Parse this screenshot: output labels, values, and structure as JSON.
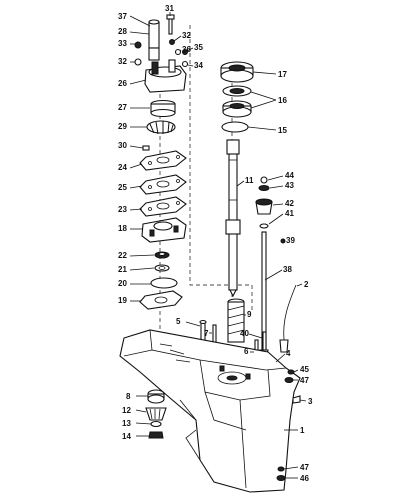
{
  "diagram": {
    "callouts": [
      "1",
      "3",
      "4",
      "5",
      "6",
      "7",
      "8",
      "9",
      "11",
      "12",
      "13",
      "14",
      "15",
      "16",
      "17",
      "18",
      "19",
      "20",
      "21",
      "22",
      "23",
      "24",
      "25",
      "26",
      "27",
      "28",
      "29",
      "30",
      "31",
      "32",
      "33",
      "34",
      "35",
      "36",
      "37",
      "38",
      "39",
      "40",
      "41",
      "42",
      "43",
      "44",
      "45",
      "46",
      "47"
    ]
  }
}
